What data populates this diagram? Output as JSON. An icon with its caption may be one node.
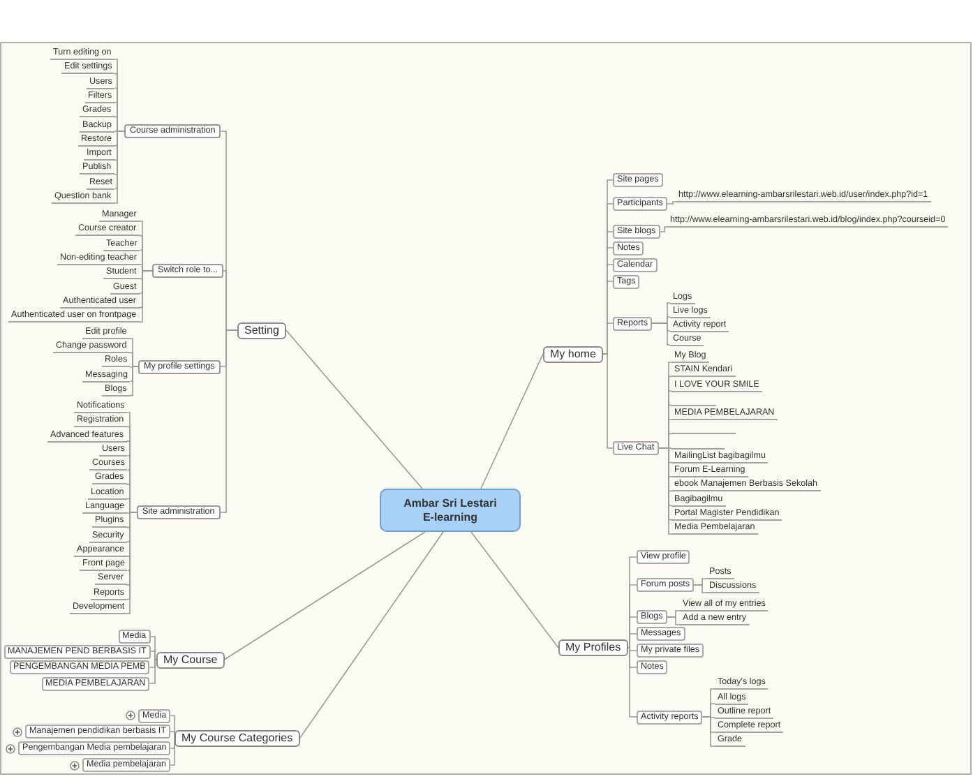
{
  "diagram": {
    "nodes": [
      {
        "text": [
          "Ambar Sri Lestari E-learning"
        ]
      },
      {
        "text": [
          "Setting"
        ]
      },
      {
        "text": [
          "Course administration"
        ]
      },
      {
        "text": [
          "Turn editing on"
        ]
      },
      {
        "text": [
          "Edit settings"
        ]
      },
      {
        "text": [
          "Users"
        ]
      },
      {
        "text": [
          "Filters"
        ]
      },
      {
        "text": [
          "Grades"
        ]
      },
      {
        "text": [
          "Backup"
        ]
      },
      {
        "text": [
          "Restore"
        ]
      },
      {
        "text": [
          "Import"
        ]
      },
      {
        "text": [
          "Publish"
        ]
      },
      {
        "text": [
          "Reset"
        ]
      },
      {
        "text": [
          "Question bank"
        ]
      },
      {
        "text": [
          "Switch role to..."
        ]
      },
      {
        "text": [
          "Manager"
        ]
      },
      {
        "text": [
          "Course creator"
        ]
      },
      {
        "text": [
          "Teacher"
        ]
      },
      {
        "text": [
          "Non-editing teacher"
        ]
      },
      {
        "text": [
          "Student"
        ]
      },
      {
        "text": [
          "Guest"
        ]
      },
      {
        "text": [
          "Authenticated user"
        ]
      },
      {
        "text": [
          "Authenticated user on frontpage"
        ]
      },
      {
        "text": [
          "My profile settings"
        ]
      },
      {
        "text": [
          "Edit profile"
        ]
      },
      {
        "text": [
          "Change password"
        ]
      },
      {
        "text": [
          "Roles"
        ]
      },
      {
        "text": [
          "Messaging"
        ]
      },
      {
        "text": [
          "Blogs"
        ]
      },
      {
        "text": [
          "Site administration"
        ]
      },
      {
        "text": [
          "Notifications"
        ]
      },
      {
        "text": [
          "Registration"
        ]
      },
      {
        "text": [
          "Advanced features"
        ]
      },
      {
        "text": [
          "Users"
        ]
      },
      {
        "text": [
          "Courses"
        ]
      },
      {
        "text": [
          "Grades"
        ]
      },
      {
        "text": [
          "Location"
        ]
      },
      {
        "text": [
          "Language"
        ]
      },
      {
        "text": [
          "Plugins"
        ]
      },
      {
        "text": [
          "Security"
        ]
      },
      {
        "text": [
          "Appearance"
        ]
      },
      {
        "text": [
          "Front page"
        ]
      },
      {
        "text": [
          "Server"
        ]
      },
      {
        "text": [
          "Reports"
        ]
      },
      {
        "text": [
          "Development"
        ]
      },
      {
        "text": [
          "My Course"
        ]
      },
      {
        "text": [
          "Media"
        ]
      },
      {
        "text": [
          "MANAJEMEN PEND BERBASIS IT"
        ]
      },
      {
        "text": [
          "PENGEMBANGAN MEDIA PEMB"
        ]
      },
      {
        "text": [
          "MEDIA PEMBELAJARAN"
        ]
      },
      {
        "text": [
          "My Course Categories"
        ]
      },
      {
        "text": [
          "Media"
        ]
      },
      {
        "text": [
          "Manajemen pendidikan berbasis IT"
        ]
      },
      {
        "text": [
          "Pengembangan Media pembelajaran"
        ]
      },
      {
        "text": [
          "Media pembelajaran"
        ]
      },
      {
        "text": [
          "My home"
        ]
      },
      {
        "text": [
          "Site pages"
        ]
      },
      {
        "text": [
          "Participants"
        ]
      },
      {
        "text": [
          "http://www.elearning-ambarsrilestari.web.id/user/index.php?id=1"
        ]
      },
      {
        "text": [
          "Site blogs"
        ]
      },
      {
        "text": [
          "http://www.elearning-ambarsrilestari.web.id/blog/index.php?courseid=0"
        ]
      },
      {
        "text": [
          "Notes"
        ]
      },
      {
        "text": [
          "Calendar"
        ]
      },
      {
        "text": [
          "Tags"
        ]
      },
      {
        "text": [
          "Reports"
        ]
      },
      {
        "text": [
          "Logs"
        ]
      },
      {
        "text": [
          "Live logs"
        ]
      },
      {
        "text": [
          "Activity report"
        ]
      },
      {
        "text": [
          "Course"
        ]
      },
      {
        "text": [
          "Live Chat"
        ]
      },
      {
        "text": [
          "My Blog"
        ]
      },
      {
        "text": [
          "STAIN Kendari"
        ]
      },
      {
        "text": [
          "I LOVE YOUR SMILE"
        ]
      },
      {
        "text": [],
        "shape": "line"
      },
      {
        "text": [
          "MEDIA PEMBELAJARAN"
        ]
      },
      {
        "text": [],
        "shape": "line"
      },
      {
        "text": [],
        "shape": "line"
      },
      {
        "text": [
          "MailingList bagibagilmu"
        ]
      },
      {
        "text": [
          "Forum E-Learning"
        ]
      },
      {
        "text": [
          "ebook Manajemen Berbasis Sekolah"
        ]
      },
      {
        "text": [
          "Bagibagilmu"
        ]
      },
      {
        "text": [
          "Portal Magister Pendidikan"
        ]
      },
      {
        "text": [
          "Media Pembelajaran"
        ]
      },
      {
        "text": [
          "My Profiles"
        ]
      },
      {
        "text": [
          "View profile"
        ]
      },
      {
        "text": [
          "Forum posts"
        ]
      },
      {
        "text": [
          "Posts"
        ]
      },
      {
        "text": [
          "Discussions"
        ]
      },
      {
        "text": [
          "Blogs"
        ]
      },
      {
        "text": [
          "View all of my entries"
        ]
      },
      {
        "text": [
          "Add a new entry"
        ]
      },
      {
        "text": [
          "Messages"
        ]
      },
      {
        "text": [
          "My private files"
        ]
      },
      {
        "text": [
          "Notes"
        ]
      },
      {
        "text": [
          "Activity reports"
        ]
      },
      {
        "text": [
          "Today's logs"
        ]
      },
      {
        "text": [
          "All logs"
        ]
      },
      {
        "text": [
          "Outline report"
        ]
      },
      {
        "text": [
          "Complete report"
        ]
      },
      {
        "text": [
          "Grade"
        ]
      }
    ],
    "edges": [
      {
        "from": 0,
        "to": 1,
        "arrow": "none"
      },
      {
        "from": 1,
        "to": 2,
        "arrow": "none"
      },
      {
        "from": 2,
        "to": 3,
        "arrow": "none"
      },
      {
        "from": 2,
        "to": 4,
        "arrow": "none"
      },
      {
        "from": 2,
        "to": 5,
        "arrow": "none"
      },
      {
        "from": 2,
        "to": 6,
        "arrow": "none"
      },
      {
        "from": 2,
        "to": 7,
        "arrow": "none"
      },
      {
        "from": 2,
        "to": 8,
        "arrow": "none"
      },
      {
        "from": 2,
        "to": 9,
        "arrow": "none"
      },
      {
        "from": 2,
        "to": 10,
        "arrow": "none"
      },
      {
        "from": 2,
        "to": 11,
        "arrow": "none"
      },
      {
        "from": 2,
        "to": 12,
        "arrow": "none"
      },
      {
        "from": 2,
        "to": 13,
        "arrow": "none"
      },
      {
        "from": 1,
        "to": 14,
        "arrow": "none"
      },
      {
        "from": 14,
        "to": 15,
        "arrow": "none"
      },
      {
        "from": 14,
        "to": 16,
        "arrow": "none"
      },
      {
        "from": 14,
        "to": 17,
        "arrow": "none"
      },
      {
        "from": 14,
        "to": 18,
        "arrow": "none"
      },
      {
        "from": 14,
        "to": 19,
        "arrow": "none"
      },
      {
        "from": 14,
        "to": 20,
        "arrow": "none"
      },
      {
        "from": 14,
        "to": 21,
        "arrow": "none"
      },
      {
        "from": 14,
        "to": 22,
        "arrow": "none"
      },
      {
        "from": 1,
        "to": 23,
        "arrow": "none"
      },
      {
        "from": 23,
        "to": 24,
        "arrow": "none"
      },
      {
        "from": 23,
        "to": 25,
        "arrow": "none"
      },
      {
        "from": 23,
        "to": 26,
        "arrow": "none"
      },
      {
        "from": 23,
        "to": 27,
        "arrow": "none"
      },
      {
        "from": 23,
        "to": 28,
        "arrow": "none"
      },
      {
        "from": 1,
        "to": 29,
        "arrow": "none"
      },
      {
        "from": 29,
        "to": 30,
        "arrow": "none"
      },
      {
        "from": 29,
        "to": 31,
        "arrow": "none"
      },
      {
        "from": 29,
        "to": 32,
        "arrow": "none"
      },
      {
        "from": 29,
        "to": 33,
        "arrow": "none"
      },
      {
        "from": 29,
        "to": 34,
        "arrow": "none"
      },
      {
        "from": 29,
        "to": 35,
        "arrow": "none"
      },
      {
        "from": 29,
        "to": 36,
        "arrow": "none"
      },
      {
        "from": 29,
        "to": 37,
        "arrow": "none"
      },
      {
        "from": 29,
        "to": 38,
        "arrow": "none"
      },
      {
        "from": 29,
        "to": 39,
        "arrow": "none"
      },
      {
        "from": 29,
        "to": 40,
        "arrow": "none"
      },
      {
        "from": 29,
        "to": 41,
        "arrow": "none"
      },
      {
        "from": 29,
        "to": 42,
        "arrow": "none"
      },
      {
        "from": 29,
        "to": 43,
        "arrow": "none"
      },
      {
        "from": 29,
        "to": 44,
        "arrow": "none"
      },
      {
        "from": 0,
        "to": 45,
        "arrow": "none"
      },
      {
        "from": 45,
        "to": 46,
        "arrow": "none"
      },
      {
        "from": 45,
        "to": 47,
        "arrow": "none"
      },
      {
        "from": 45,
        "to": 48,
        "arrow": "none"
      },
      {
        "from": 45,
        "to": 49,
        "arrow": "none"
      },
      {
        "from": 0,
        "to": 50,
        "arrow": "none"
      },
      {
        "from": 50,
        "to": 51,
        "arrow": "none"
      },
      {
        "from": 50,
        "to": 52,
        "arrow": "none"
      },
      {
        "from": 50,
        "to": 53,
        "arrow": "none"
      },
      {
        "from": 50,
        "to": 54,
        "arrow": "none"
      },
      {
        "from": 0,
        "to": 55,
        "arrow": "none"
      },
      {
        "from": 55,
        "to": 56,
        "arrow": "none"
      },
      {
        "from": 55,
        "to": 57,
        "arrow": "none"
      },
      {
        "from": 57,
        "to": 58,
        "arrow": "none"
      },
      {
        "from": 55,
        "to": 59,
        "arrow": "none"
      },
      {
        "from": 59,
        "to": 60,
        "arrow": "none"
      },
      {
        "from": 55,
        "to": 61,
        "arrow": "none"
      },
      {
        "from": 55,
        "to": 62,
        "arrow": "none"
      },
      {
        "from": 55,
        "to": 63,
        "arrow": "none"
      },
      {
        "from": 55,
        "to": 64,
        "arrow": "none"
      },
      {
        "from": 64,
        "to": 65,
        "arrow": "none"
      },
      {
        "from": 64,
        "to": 66,
        "arrow": "none"
      },
      {
        "from": 64,
        "to": 67,
        "arrow": "none"
      },
      {
        "from": 64,
        "to": 68,
        "arrow": "none"
      },
      {
        "from": 55,
        "to": 69,
        "arrow": "none"
      },
      {
        "from": 69,
        "to": 70,
        "arrow": "none"
      },
      {
        "from": 69,
        "to": 71,
        "arrow": "none"
      },
      {
        "from": 69,
        "to": 72,
        "arrow": "none"
      },
      {
        "from": 69,
        "to": 73,
        "arrow": "none"
      },
      {
        "from": 69,
        "to": 74,
        "arrow": "none"
      },
      {
        "from": 69,
        "to": 75,
        "arrow": "none"
      },
      {
        "from": 69,
        "to": 76,
        "arrow": "none"
      },
      {
        "from": 69,
        "to": 77,
        "arrow": "none"
      },
      {
        "from": 69,
        "to": 78,
        "arrow": "none"
      },
      {
        "from": 69,
        "to": 79,
        "arrow": "none"
      },
      {
        "from": 69,
        "to": 80,
        "arrow": "none"
      },
      {
        "from": 69,
        "to": 81,
        "arrow": "none"
      },
      {
        "from": 69,
        "to": 82,
        "arrow": "none"
      },
      {
        "from": 0,
        "to": 83,
        "arrow": "none"
      },
      {
        "from": 83,
        "to": 84,
        "arrow": "none"
      },
      {
        "from": 83,
        "to": 85,
        "arrow": "none"
      },
      {
        "from": 85,
        "to": 86,
        "arrow": "none"
      },
      {
        "from": 85,
        "to": 87,
        "arrow": "none"
      },
      {
        "from": 83,
        "to": 88,
        "arrow": "none"
      },
      {
        "from": 88,
        "to": 89,
        "arrow": "none"
      },
      {
        "from": 88,
        "to": 90,
        "arrow": "none"
      },
      {
        "from": 83,
        "to": 91,
        "arrow": "none"
      },
      {
        "from": 83,
        "to": 92,
        "arrow": "none"
      },
      {
        "from": 83,
        "to": 93,
        "arrow": "none"
      },
      {
        "from": 83,
        "to": 94,
        "arrow": "none"
      },
      {
        "from": 94,
        "to": 95,
        "arrow": "none"
      },
      {
        "from": 94,
        "to": 96,
        "arrow": "none"
      },
      {
        "from": 94,
        "to": 97,
        "arrow": "none"
      },
      {
        "from": 94,
        "to": 98,
        "arrow": "none"
      },
      {
        "from": 94,
        "to": 99,
        "arrow": "none"
      }
    ]
  }
}
